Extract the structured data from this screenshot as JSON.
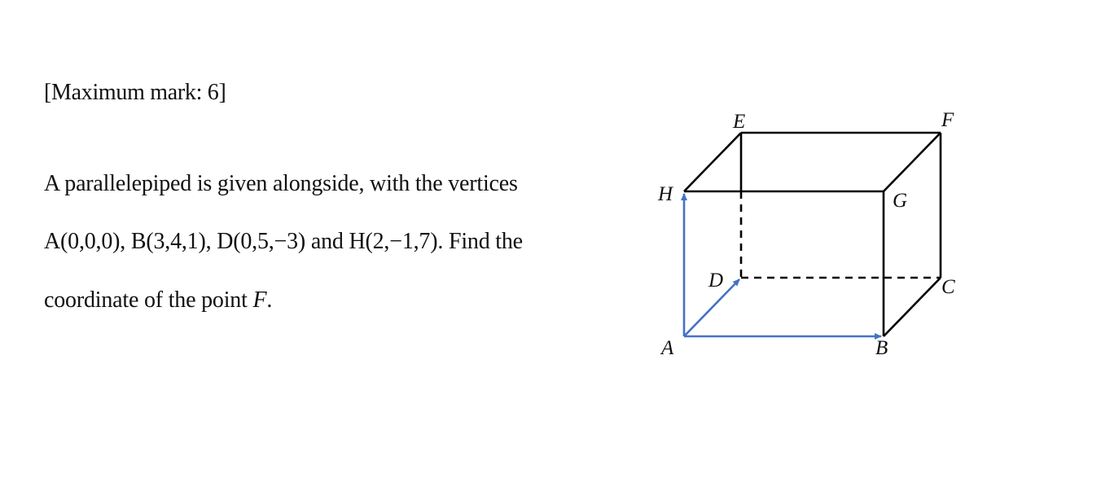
{
  "question": {
    "max_mark": "[Maximum mark: 6]",
    "line1": "A parallelepiped is given alongside, with the vertices",
    "line2": "A(0,0,0), B(3,4,1), D(0,5,−3) and H(2,−1,7). Find the",
    "line3_text": "coordinate of the point ",
    "line3_var": "F",
    "line3_end": "."
  },
  "figure": {
    "labels": {
      "A": "A",
      "B": "B",
      "C": "C",
      "D": "D",
      "E": "E",
      "F": "F",
      "G": "G",
      "H": "H"
    },
    "colors": {
      "edge": "#000000",
      "vector": "#4472c4"
    }
  }
}
